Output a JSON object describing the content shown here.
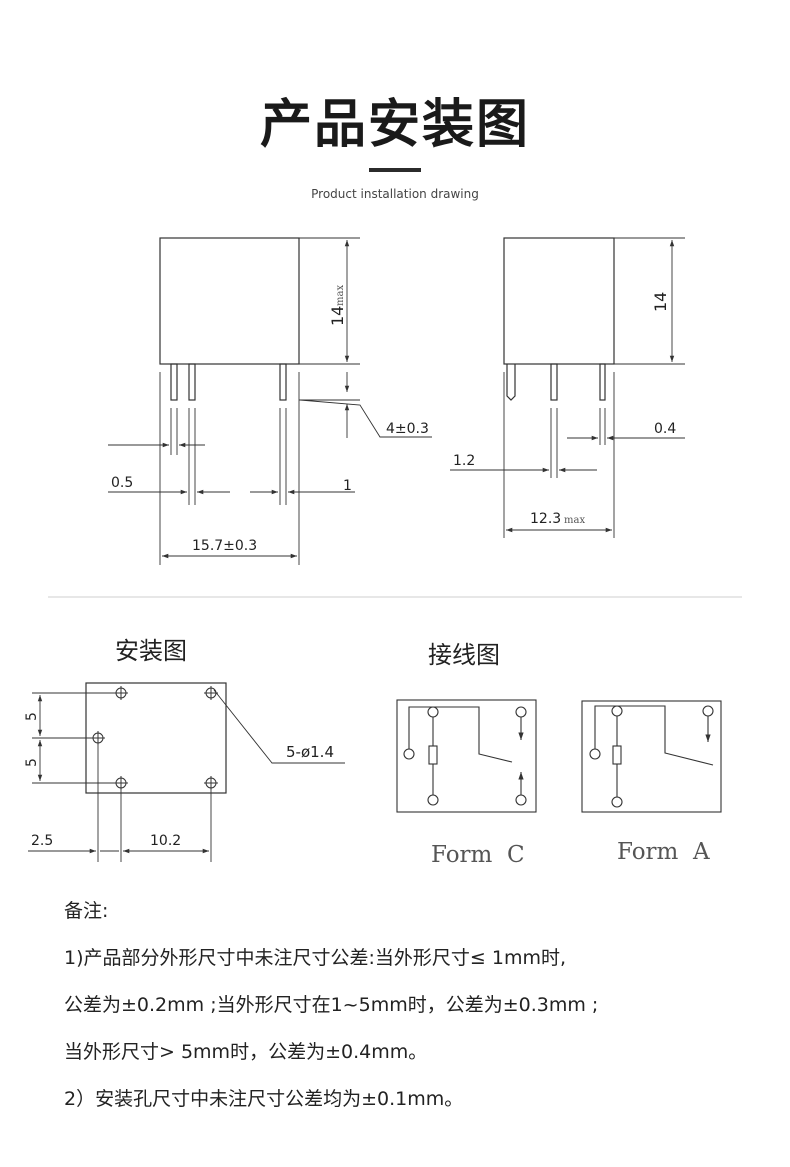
{
  "header": {
    "title": "产品安装图",
    "subtitle": "Product installation drawing"
  },
  "side_view": {
    "height_dim": "14",
    "height_unit": "max",
    "pin_dim": "4±0.3",
    "pin_width_dim": "0.5",
    "pin_gap_dim": "1",
    "width_dim": "15.7±0.3"
  },
  "front_view": {
    "height_dim": "14",
    "pin_width_dim": "0.4",
    "pin_gap_dim": "1.2",
    "width_dim": "12.3",
    "width_unit": "max"
  },
  "mounting": {
    "title": "安装图",
    "vert_dim_1": "5",
    "vert_dim_2": "5",
    "hole_dim": "5-ø1.4",
    "horiz_dim_1": "2.5",
    "horiz_dim_2": "10.2"
  },
  "wiring": {
    "title": "接线图",
    "form_c_label": "Form  C",
    "form_a_label": "Form  A"
  },
  "notes": {
    "heading": "备注:",
    "line1": "1)产品部分外形尺寸中未注尺寸公差:当外形尺寸≤ 1mm时,",
    "line2": "公差为±0.2mm ;当外形尺寸在1~5mm时，公差为±0.3mm ;",
    "line3": "当外形尺寸> 5mm时，公差为±0.4mm。",
    "line4": "2）安装孔尺寸中未注尺寸公差均为±0.1mm。"
  },
  "colors": {
    "line": "#333333",
    "text": "#222222",
    "background": "#ffffff"
  }
}
